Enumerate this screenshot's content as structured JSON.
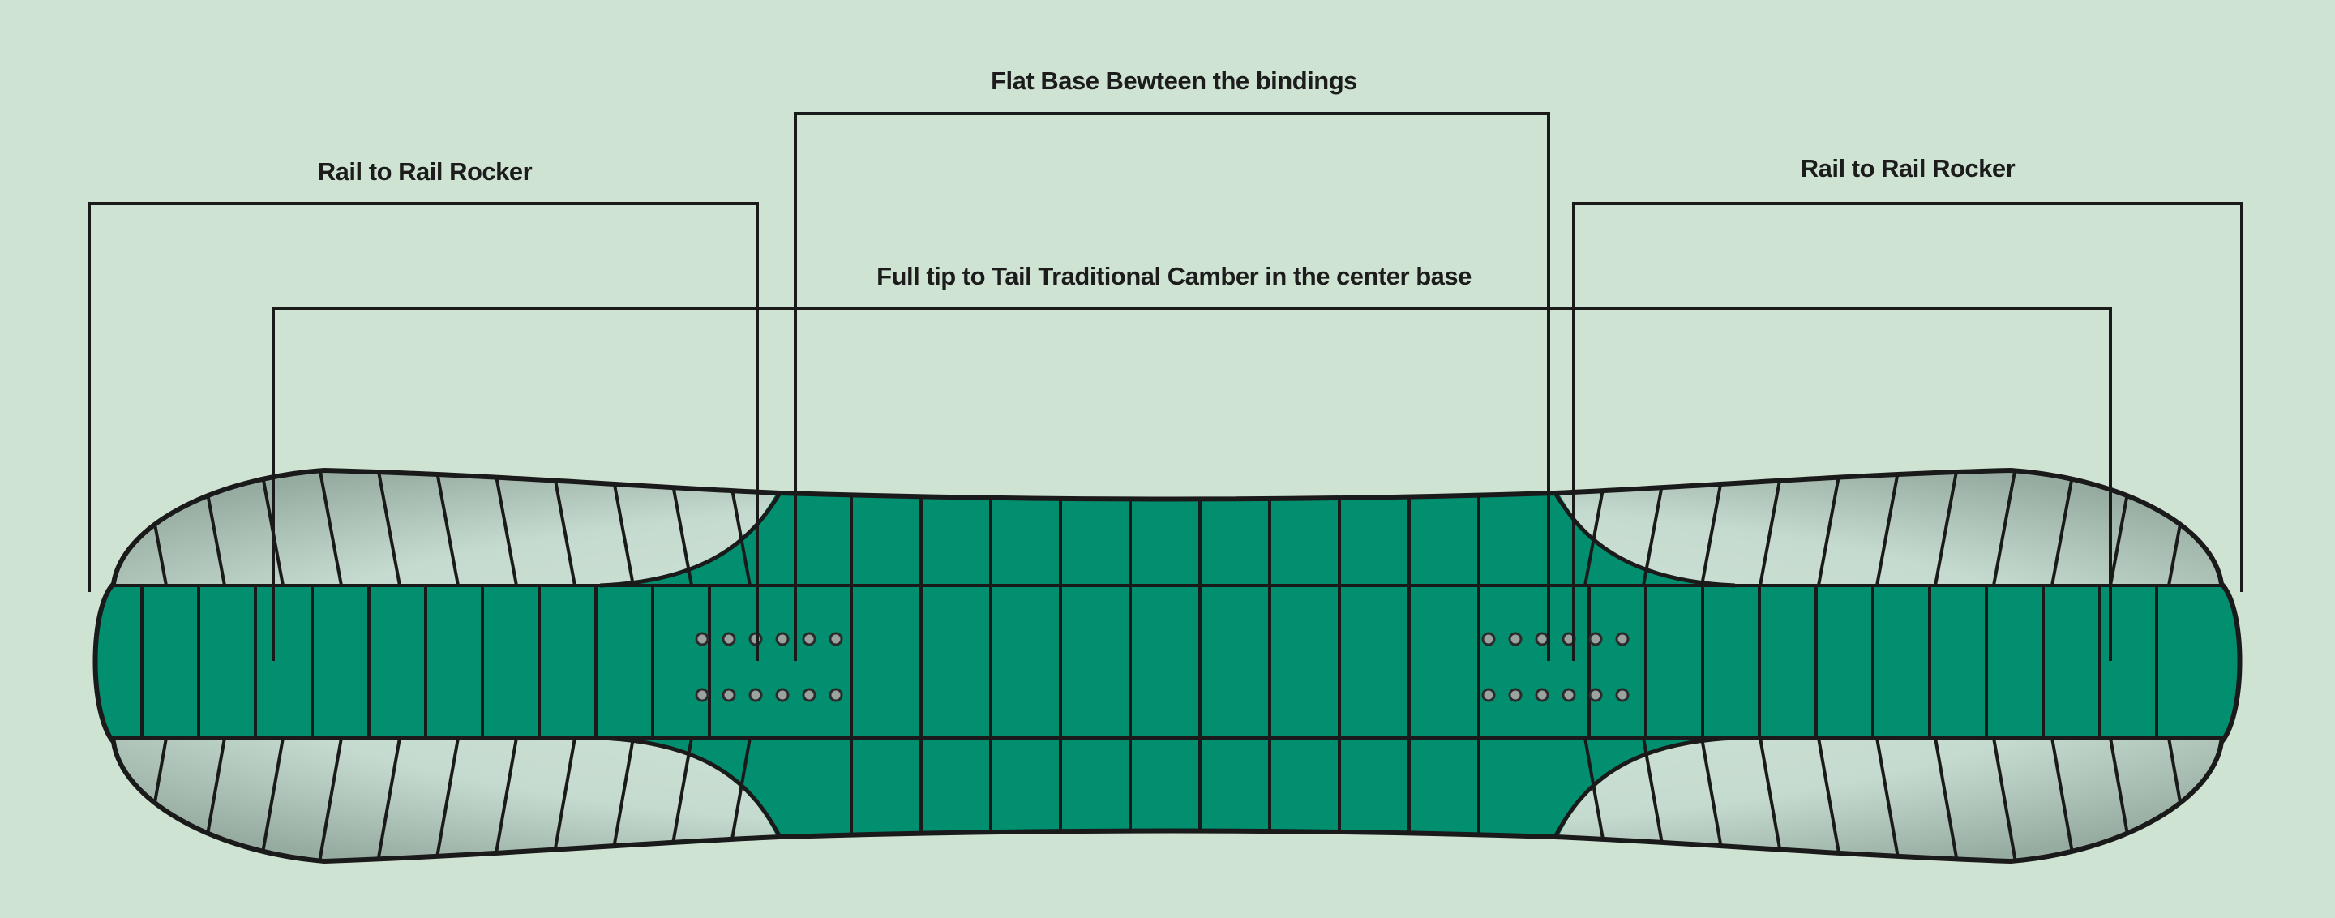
{
  "labels": {
    "left_rocker": "Rail to Rail Rocker",
    "flat_base": "Flat Base Bewteen the bindings",
    "camber": "Full tip to Tail Traditional Camber in the center base",
    "right_rocker": "Rail to Rail Rocker"
  },
  "colors": {
    "background": "#cfe3d3",
    "base_green": "#028f70",
    "edge_light": "#cfe2d6",
    "edge_shade": "#9fb3a8",
    "outline": "#1a1a1a",
    "insert_metal": "#9aa39f"
  },
  "board": {
    "insert_columns_per_binding": 6,
    "insert_rows_per_binding": 2,
    "bindings": 2
  }
}
